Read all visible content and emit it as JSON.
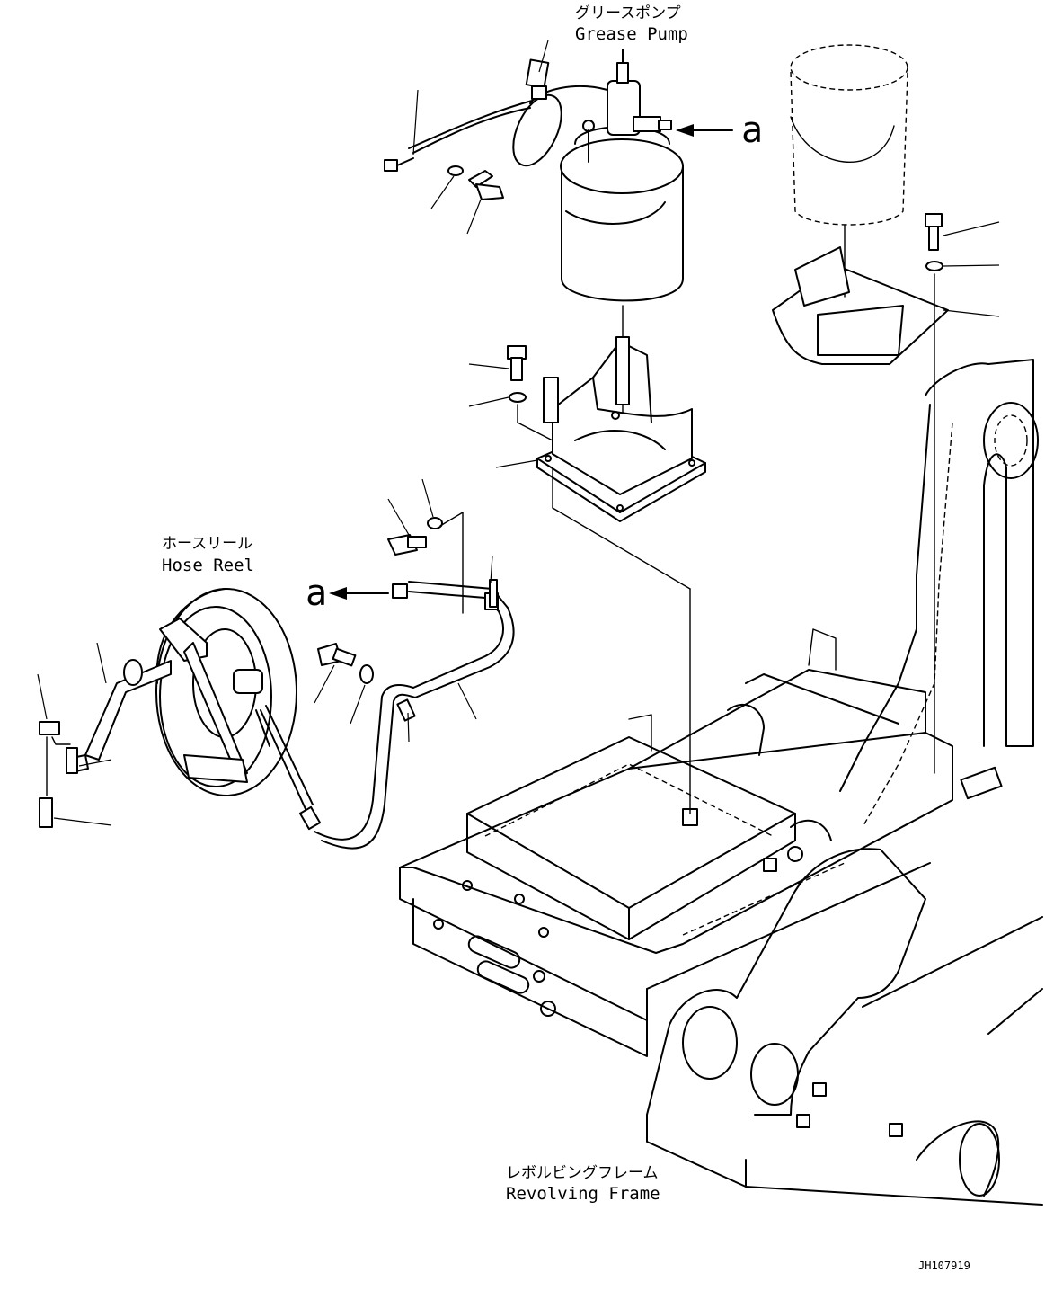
{
  "labels": {
    "grease_pump_jp": "グリースポンプ",
    "grease_pump_en": "Grease Pump",
    "hose_reel_jp": "ホースリール",
    "hose_reel_en": "Hose Reel",
    "revolving_frame_jp": "レボルビングフレーム",
    "revolving_frame_en": "Revolving Frame",
    "connection_mark_top": "a",
    "connection_mark_left": "a",
    "drawing_code": "JH107919"
  }
}
